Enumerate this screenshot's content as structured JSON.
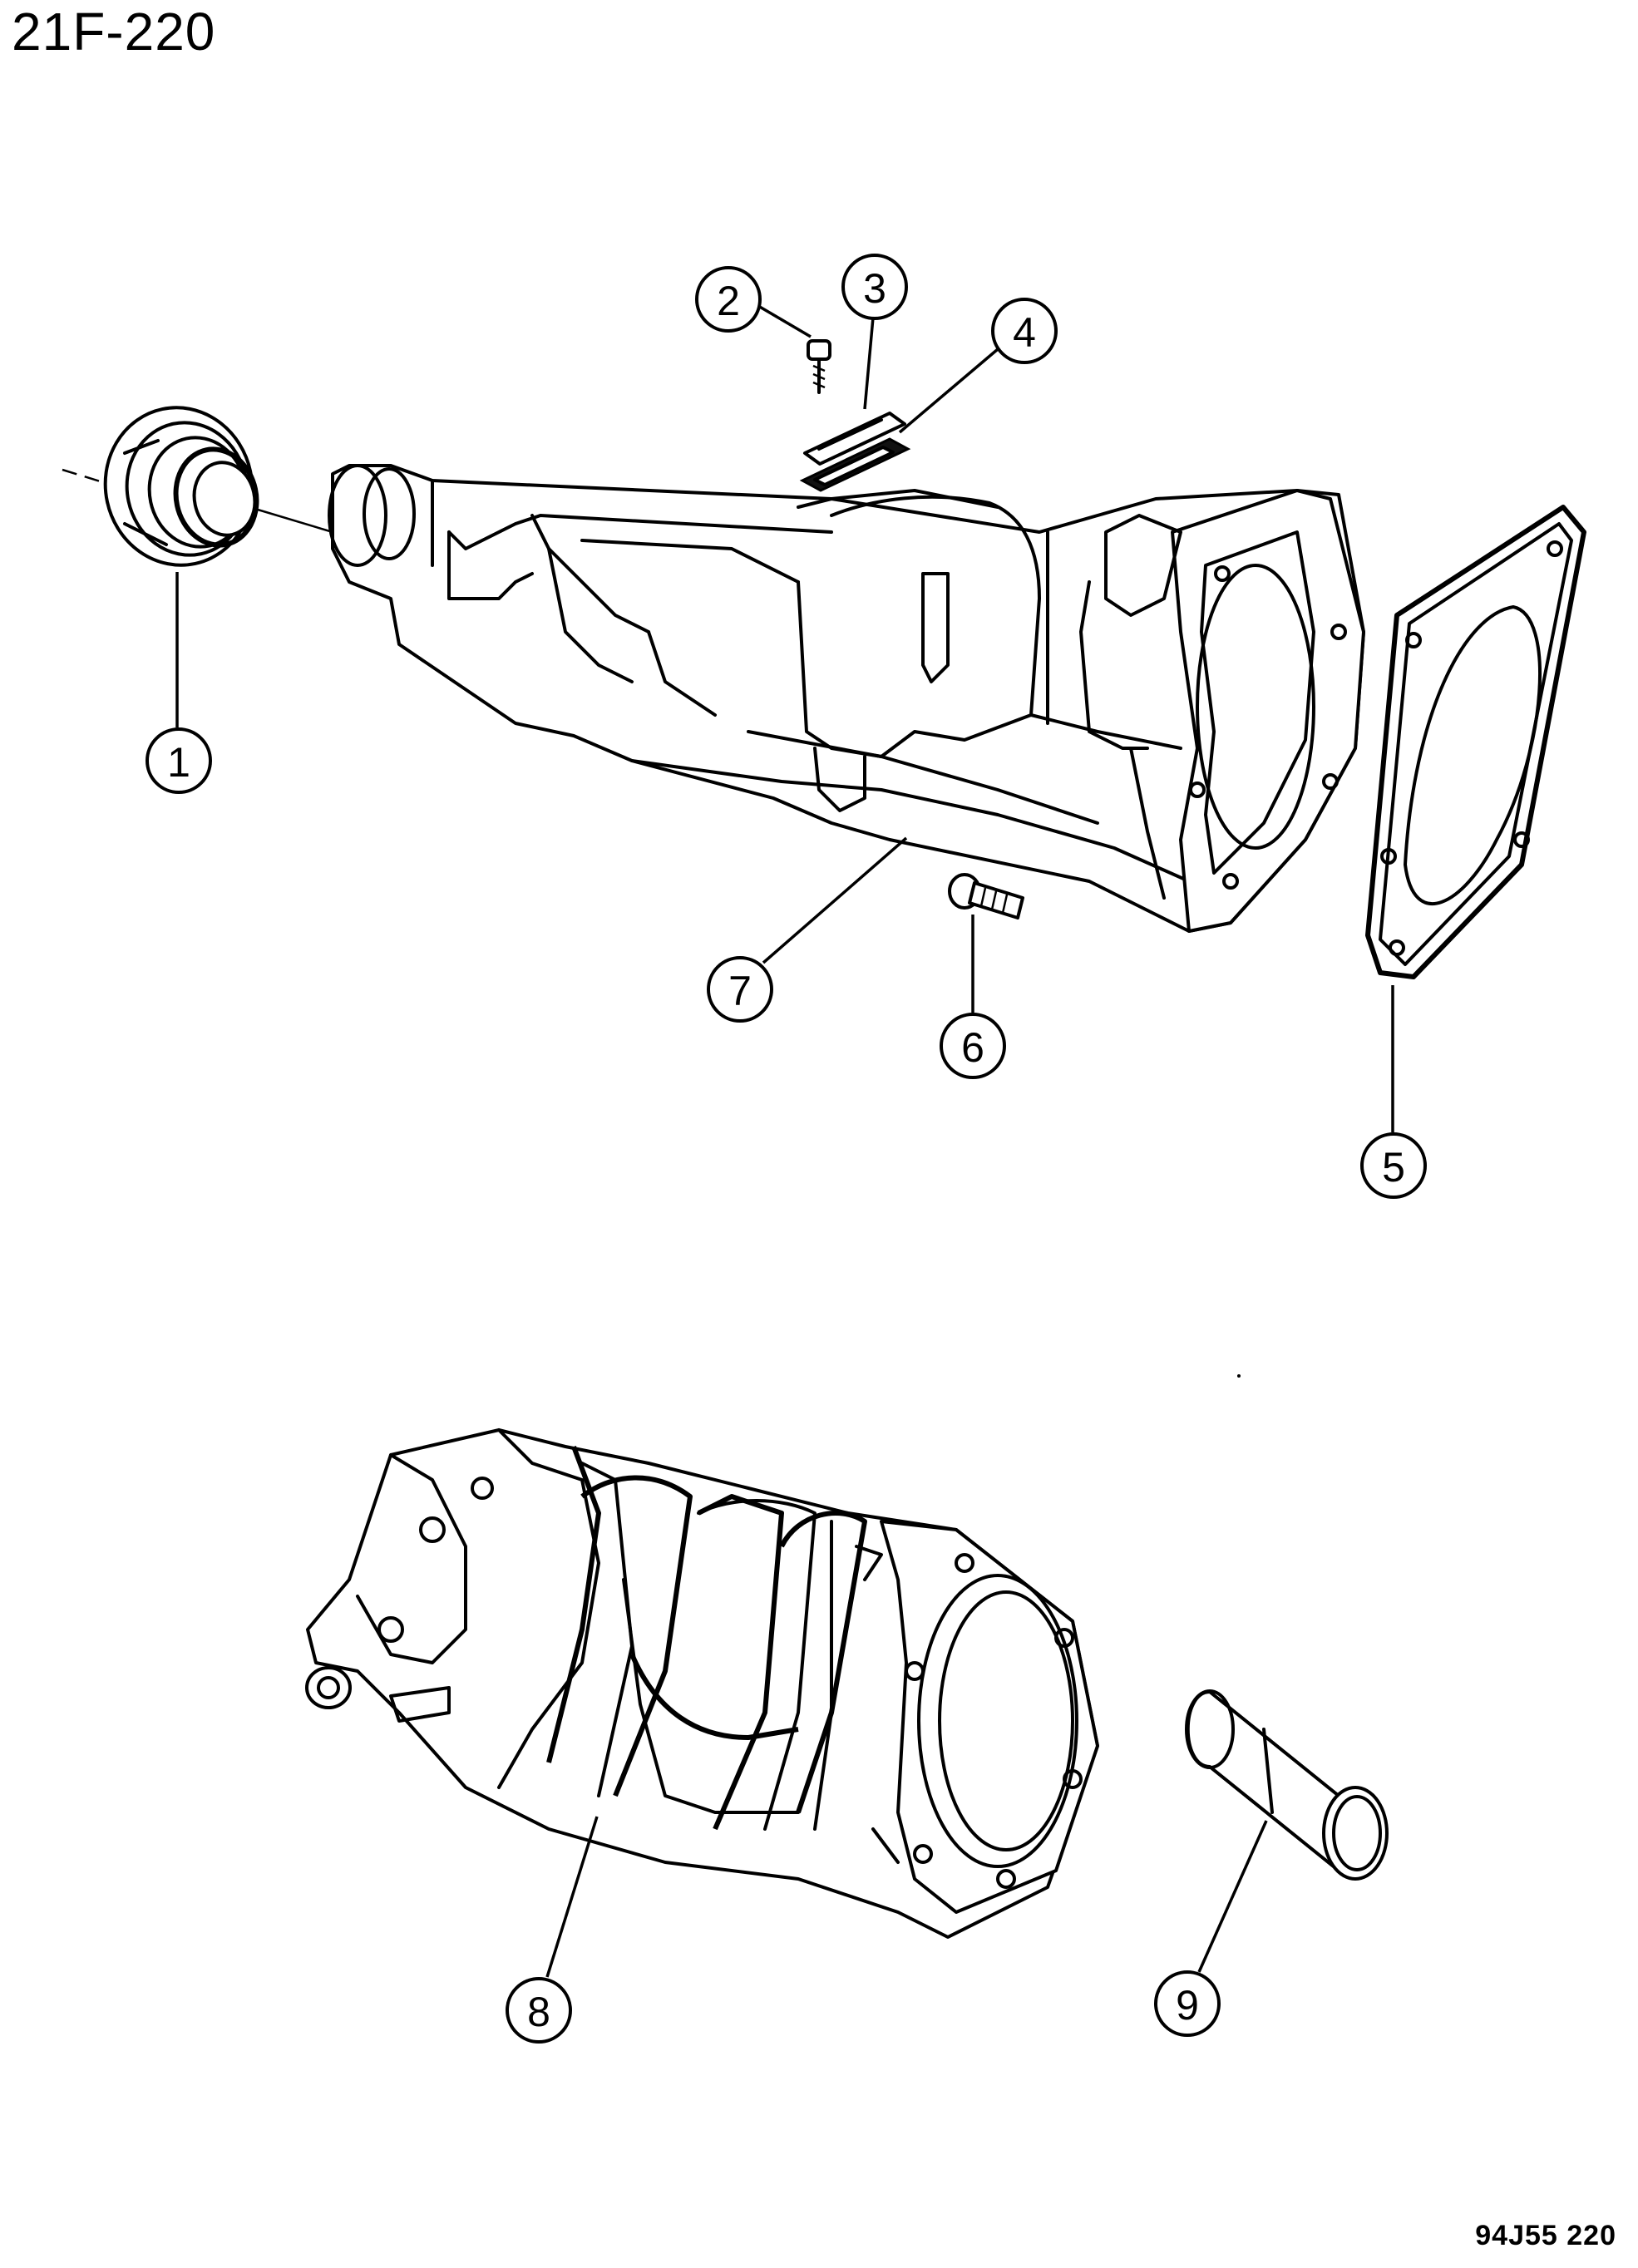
{
  "title": "21F-220",
  "figure_code": "94J55 220",
  "callouts": [
    "1",
    "2",
    "3",
    "4",
    "5",
    "6",
    "7",
    "8",
    "9"
  ]
}
